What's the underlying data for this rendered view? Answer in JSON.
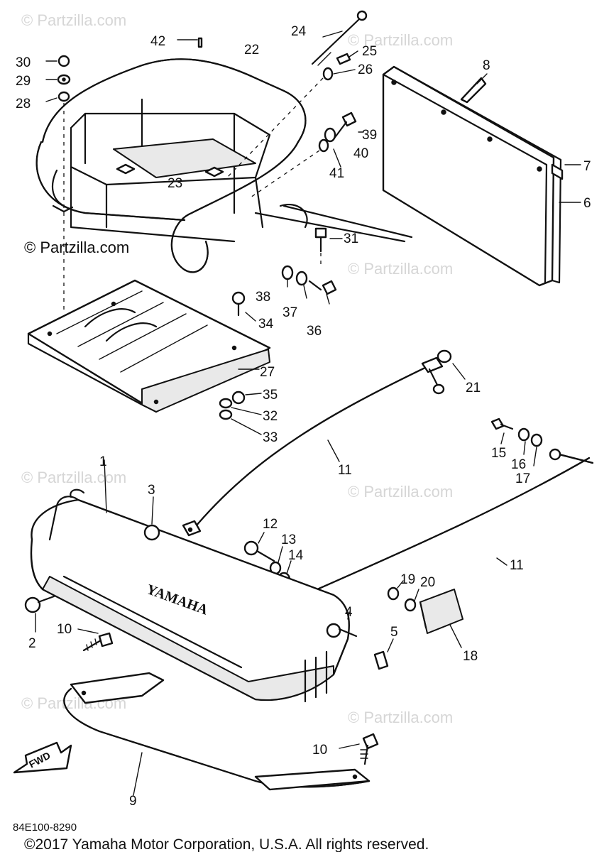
{
  "watermarks": {
    "brand": "© Partzilla.com",
    "brand_strong": "© Partzilla.com"
  },
  "callouts": [
    "1",
    "2",
    "3",
    "4",
    "5",
    "6",
    "7",
    "8",
    "9",
    "10",
    "10",
    "11",
    "11",
    "12",
    "13",
    "14",
    "15",
    "16",
    "17",
    "18",
    "19",
    "20",
    "21",
    "22",
    "23",
    "24",
    "25",
    "26",
    "27",
    "28",
    "29",
    "30",
    "31",
    "32",
    "33",
    "34",
    "35",
    "36",
    "37",
    "38",
    "39",
    "40",
    "41",
    "42"
  ],
  "diagram_code": "84E100-8290",
  "fwd_label": "FWD",
  "copyright": "©2017 Yamaha Motor Corporation, U.S.A. All rights reserved."
}
